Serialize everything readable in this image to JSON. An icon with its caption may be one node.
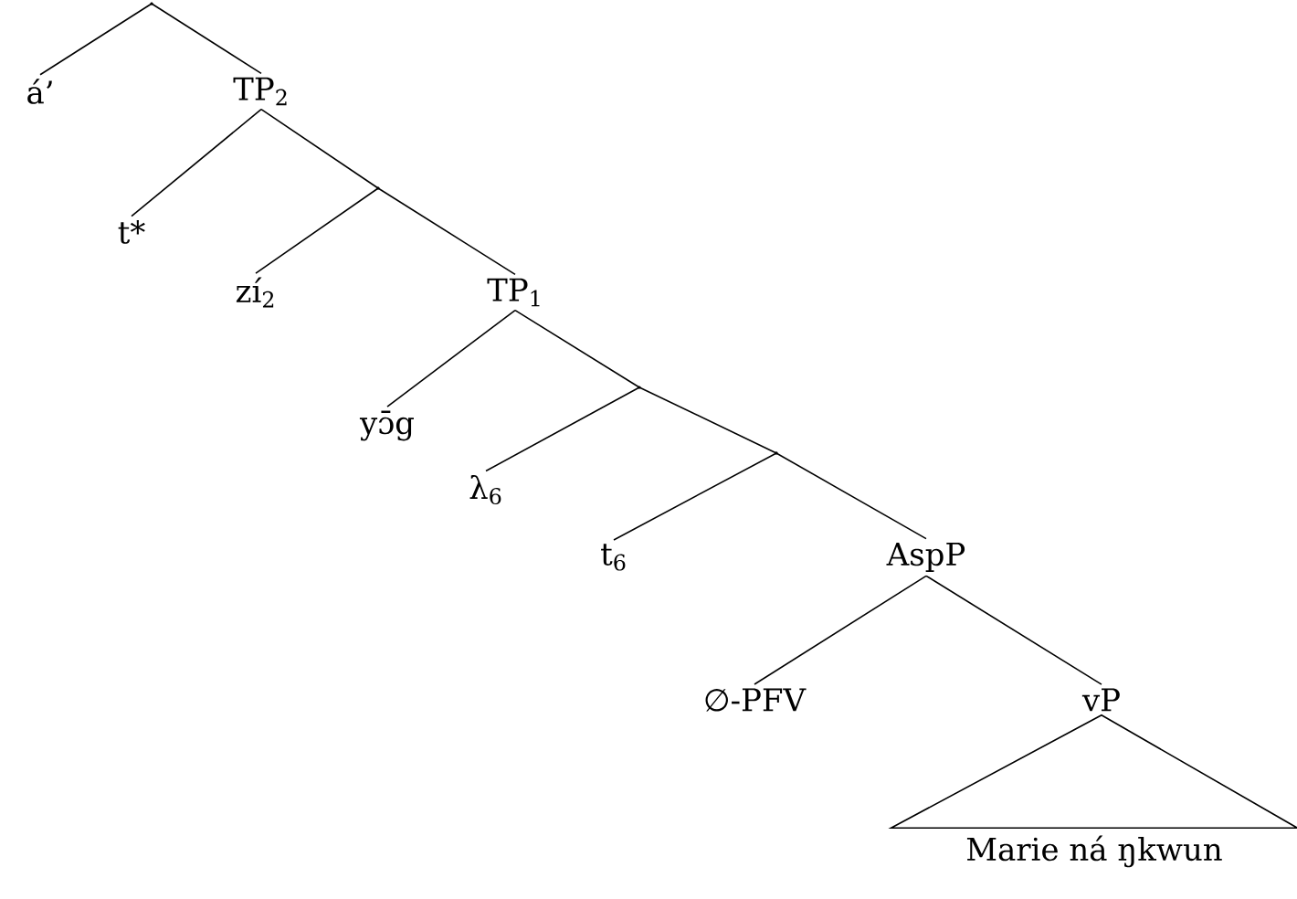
{
  "diagram": {
    "nodes": [
      {
        "text": [],
        "shape": "point"
      },
      {
        "text": [
          "á’"
        ]
      },
      {
        "text": [
          "TP$_{2}$"
        ]
      },
      {
        "text": [
          "t*"
        ]
      },
      {
        "text": [],
        "shape": "point"
      },
      {
        "text": [
          "zí$_{2}$"
        ]
      },
      {
        "text": [
          "TP$_{1}$"
        ]
      },
      {
        "text": [
          "yɔ̄g"
        ]
      },
      {
        "text": [],
        "shape": "point"
      },
      {
        "text": [
          "λ$_{6}$"
        ]
      },
      {
        "text": [],
        "shape": "point"
      },
      {
        "text": [
          "t$_{6}$"
        ]
      },
      {
        "text": [
          "AspP"
        ]
      },
      {
        "text": [
          "∅-PFV"
        ]
      },
      {
        "text": [
          "vP"
        ]
      },
      {
        "text": [
          "Marie ná ŋkwun"
        ]
      }
    ],
    "edges": [
      {
        "from": 0,
        "to": 1,
        "arrow": "none"
      },
      {
        "from": 0,
        "to": 2,
        "arrow": "none"
      },
      {
        "from": 2,
        "to": 3,
        "arrow": "none"
      },
      {
        "from": 2,
        "to": 4,
        "arrow": "none"
      },
      {
        "from": 4,
        "to": 5,
        "arrow": "none"
      },
      {
        "from": 4,
        "to": 6,
        "arrow": "none"
      },
      {
        "from": 6,
        "to": 7,
        "arrow": "none"
      },
      {
        "from": 6,
        "to": 8,
        "arrow": "none"
      },
      {
        "from": 8,
        "to": 9,
        "arrow": "none"
      },
      {
        "from": 8,
        "to": 10,
        "arrow": "none"
      },
      {
        "from": 10,
        "to": 11,
        "arrow": "none"
      },
      {
        "from": 10,
        "to": 12,
        "arrow": "none"
      },
      {
        "from": 12,
        "to": 13,
        "arrow": "none"
      },
      {
        "from": 12,
        "to": 14,
        "arrow": "none"
      },
      {
        "from": 14,
        "to": 15,
        "arrow": "none"
      }
    ]
  }
}
